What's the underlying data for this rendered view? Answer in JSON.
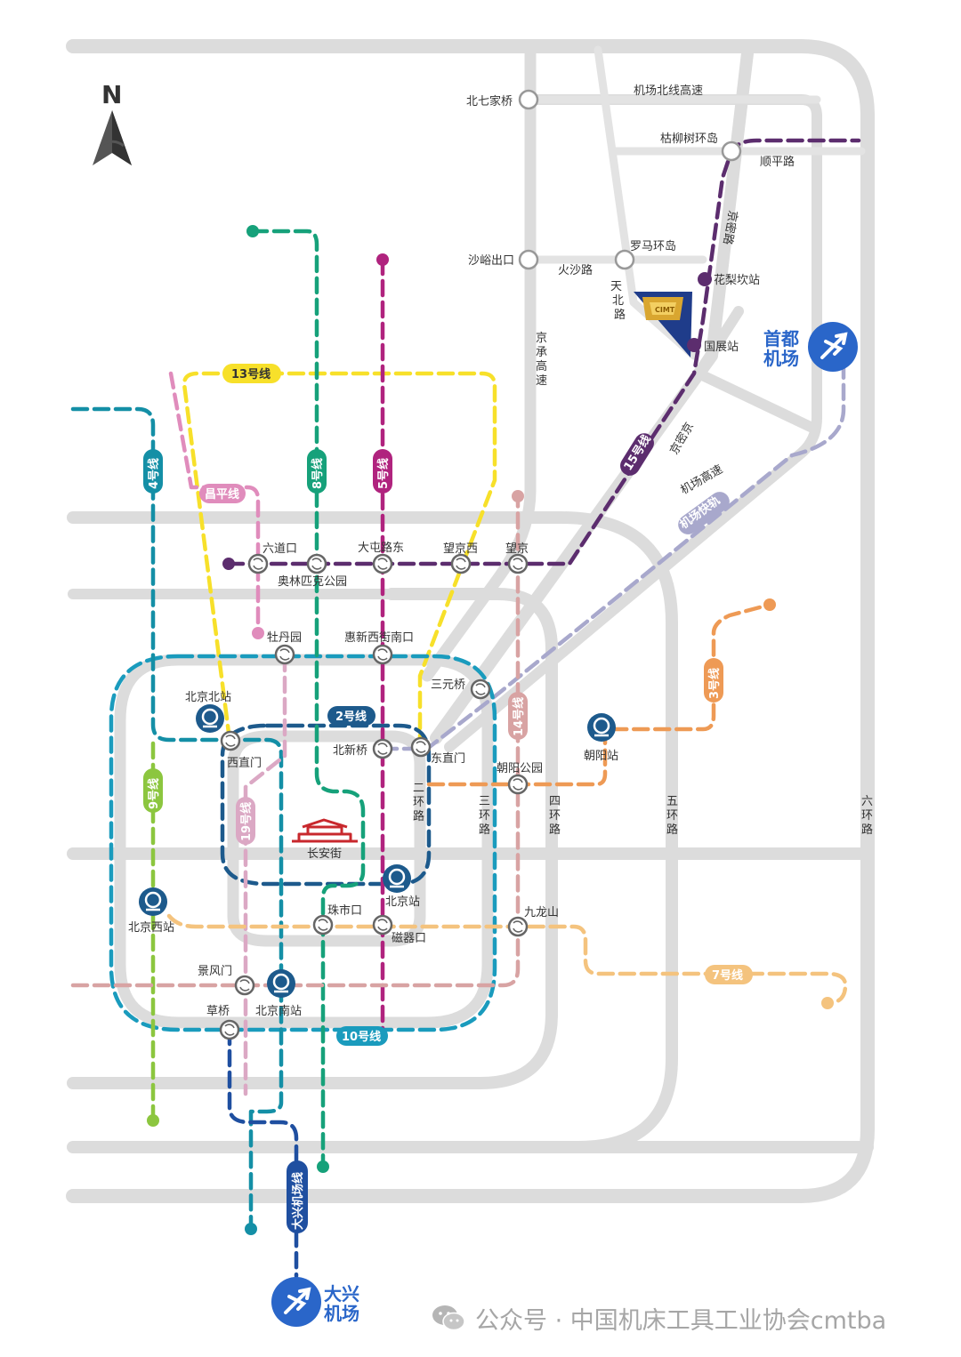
{
  "north_label": "N",
  "ring_roads": {
    "second": "二环路",
    "third": "三环路",
    "fourth": "四环路",
    "fifth": "五环路",
    "sixth": "六环路"
  },
  "roads": {
    "jingcheng": "京承高速",
    "jingmi": "京密路",
    "airport_north": "机场北线高速",
    "shunping": "顺平路",
    "huosha": "火沙路",
    "tianbei": "天北路",
    "airport_expressway": "机场高速",
    "jingmijing": "京密京"
  },
  "interchanges": {
    "beiqijia": "北七家桥",
    "guliushu": "枯柳树环岛",
    "shayu": "沙峪出口",
    "luoma": "罗马环岛"
  },
  "lines": {
    "l2": "2号线",
    "l3": "3号线",
    "l4": "4号线",
    "l5": "5号线",
    "l7": "7号线",
    "l8": "8号线",
    "l9": "9号线",
    "l10": "10号线",
    "l13": "13号线",
    "l14": "14号线",
    "l15": "15号线",
    "l19": "19号线",
    "changping": "昌平线",
    "airport_express": "机场快轨",
    "daxing_airport": "大兴机场线"
  },
  "stations": {
    "huaer": "花梨坎站",
    "guozhan": "国展站",
    "liudaokou": "六道口",
    "olympic": "奥林匹克公园",
    "datun": "大屯路东",
    "wangjingxi": "望京西",
    "wangjing": "望京",
    "mudanyuan": "牡丹园",
    "huixin": "惠新西街南口",
    "sanyuanqiao": "三元桥",
    "beijingnorth": "北京北站",
    "xizhimen": "西直门",
    "beixinqiao": "北新桥",
    "dongzhimen": "东直门",
    "chaoyangpark": "朝阳公园",
    "chaoyangstation": "朝阳站",
    "changanjie": "长安街",
    "beijingstation": "北京站",
    "zhushikou": "珠市口",
    "ciqikou": "磁器口",
    "jiulongshan": "九龙山",
    "beijingwest": "北京西站",
    "jingfengmen": "景风门",
    "caoqiao": "草桥",
    "beijingsouth": "北京南站"
  },
  "airports": {
    "capital": [
      "首都",
      "机场"
    ],
    "daxing": [
      "大兴",
      "机场"
    ]
  },
  "watermark": "公众号 · 中国机床工具工业协会cmtba",
  "colors": {
    "l2": "#1d5a8c",
    "l3": "#ee9a55",
    "l4": "#148fa6",
    "l5": "#b0237e",
    "l7": "#f4c37e",
    "l8": "#16a17a",
    "l9": "#8cc63f",
    "l10": "#1a9bbd",
    "l13": "#f7e02a",
    "l14": "#d8a3a3",
    "l15": "#5c2d6e",
    "l19": "#dba8c4",
    "changping": "#e08cbc",
    "airport_express": "#a8a8cc",
    "daxing": "#1f4fa0",
    "airport_blue": "#2a66c9",
    "road": "#dcdcdc"
  }
}
